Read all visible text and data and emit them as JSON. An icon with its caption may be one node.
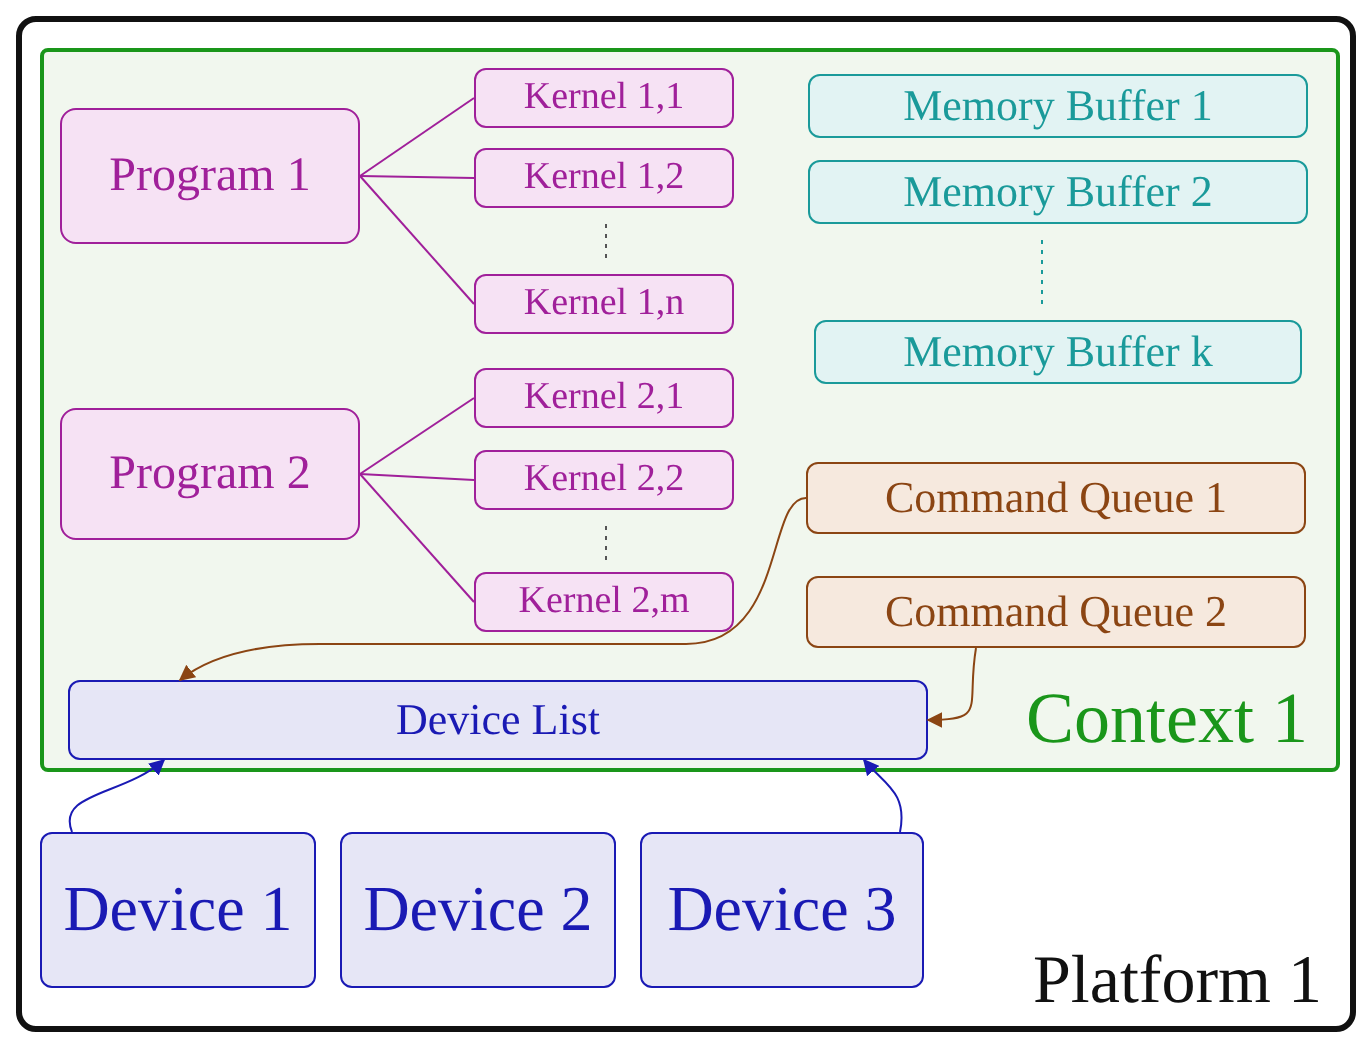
{
  "diagram": {
    "nodes": [
      {
        "text": [
          "Platform 1"
        ]
      },
      {
        "text": [
          "Context 1"
        ],
        "in": 0
      },
      {
        "text": [
          "Program 1"
        ],
        "in": 1
      },
      {
        "text": [
          "Kernel 1,1"
        ],
        "in": 1
      },
      {
        "text": [
          "Kernel 1,2"
        ],
        "in": 1
      },
      {
        "text": [
          "Kernel 1,n"
        ],
        "in": 1
      },
      {
        "text": [
          "Memory Buffer 1"
        ],
        "in": 1
      },
      {
        "text": [
          "Memory Buffer 2"
        ],
        "in": 1
      },
      {
        "text": [
          "Memory Buffer k"
        ],
        "in": 1
      },
      {
        "text": [
          "Program 2"
        ],
        "in": 1
      },
      {
        "text": [
          "Kernel 2,1"
        ],
        "in": 1
      },
      {
        "text": [
          "Kernel 2,2"
        ],
        "in": 1
      },
      {
        "text": [
          "Kernel 2,m"
        ],
        "in": 1
      },
      {
        "text": [
          "Command Queue 1"
        ],
        "in": 1
      },
      {
        "text": [
          "Command Queue 2"
        ],
        "in": 1
      },
      {
        "text": [
          "Device List"
        ],
        "in": 1
      },
      {
        "text": [
          "Device 1"
        ],
        "in": 0
      },
      {
        "text": [
          "Device 2"
        ],
        "in": 0
      },
      {
        "text": [
          "Device 3"
        ],
        "in": 0
      }
    ],
    "edges": [
      {
        "from": 2,
        "to": 3,
        "arrow": "none"
      },
      {
        "from": 2,
        "to": 4,
        "arrow": "none"
      },
      {
        "from": 2,
        "to": 5,
        "arrow": "none"
      },
      {
        "from": 9,
        "to": 10,
        "arrow": "none"
      },
      {
        "from": 9,
        "to": 11,
        "arrow": "none"
      },
      {
        "from": 9,
        "to": 12,
        "arrow": "none"
      },
      {
        "from": 13,
        "to": 15,
        "arrow": "to",
        "color": "#8b4513"
      },
      {
        "from": 14,
        "to": 15,
        "arrow": "to",
        "color": "#8b4513"
      },
      {
        "from": 16,
        "to": 15,
        "arrow": "to",
        "color": "#1a1ab4"
      },
      {
        "from": 18,
        "to": 15,
        "arrow": "to",
        "color": "#1a1ab4"
      }
    ]
  }
}
